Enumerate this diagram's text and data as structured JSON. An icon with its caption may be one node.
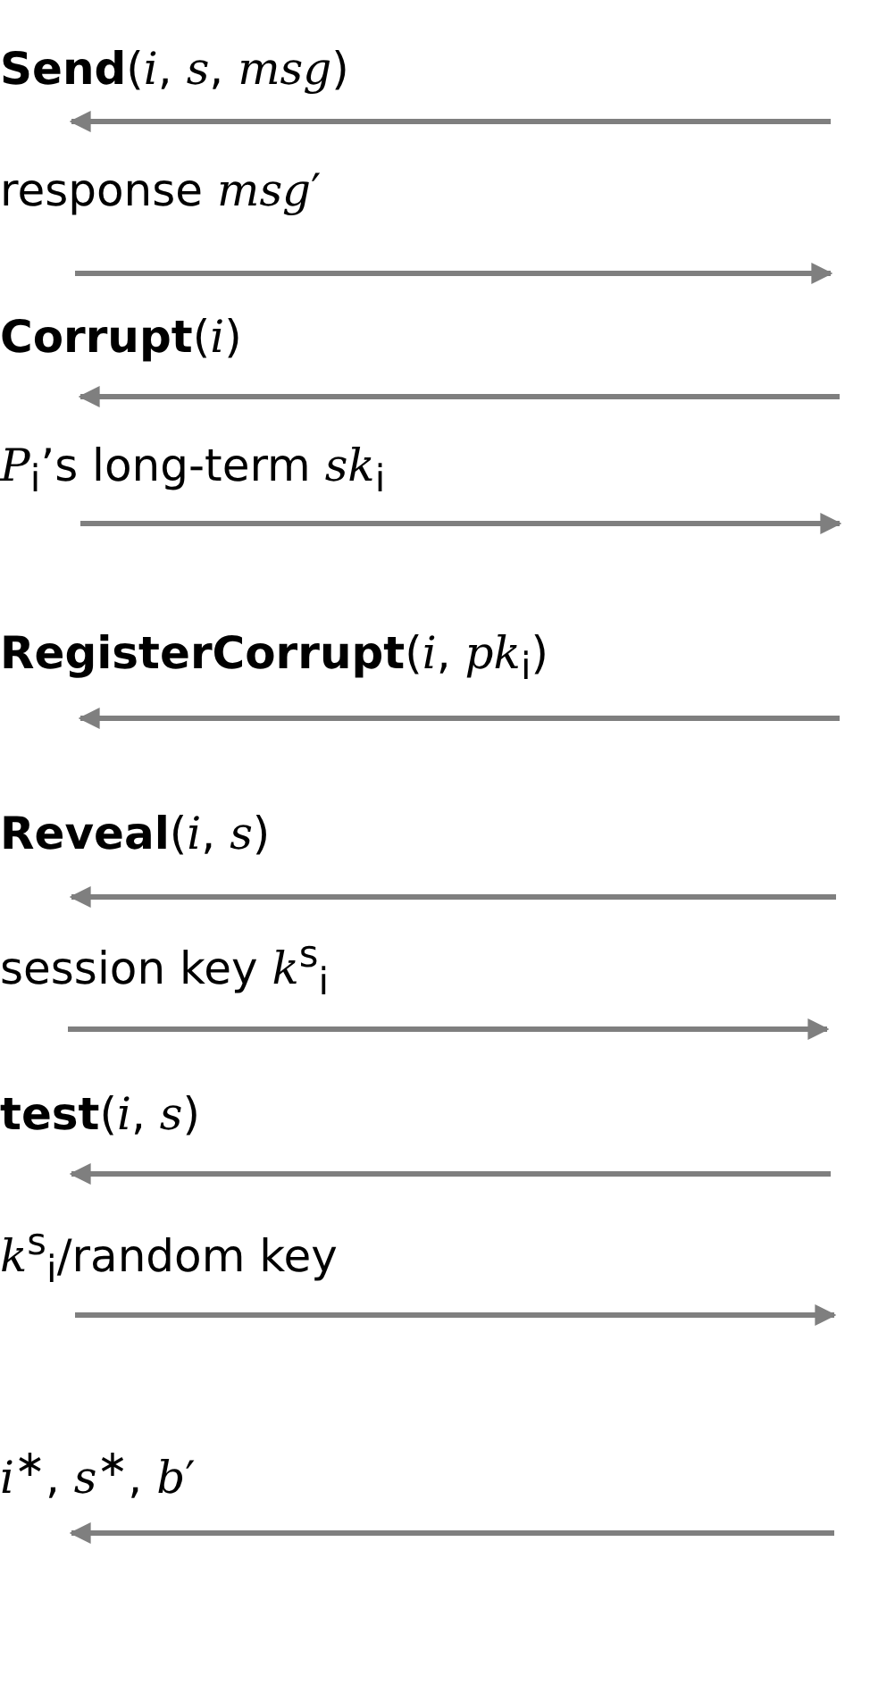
{
  "diagram": {
    "labels": [
      "**Send**(*i*, *s*, *msg*)",
      "response *msg*′",
      "**Corrupt**(*i*)",
      "*P*$_{i}$’s long-term *sk*$_{i}$",
      "**RegisterCorrupt**(*i*, *pk*$_{i}$)",
      "**Reveal**(*i*, *s*)",
      "session key *k*$^{s}$$_{i}$",
      "**test**(*i*, *s*)",
      "*k*$^{s}$$_{i}$/random key",
      "*i*$^{∗}$, *s*$^{∗}$, *b*′"
    ]
  }
}
